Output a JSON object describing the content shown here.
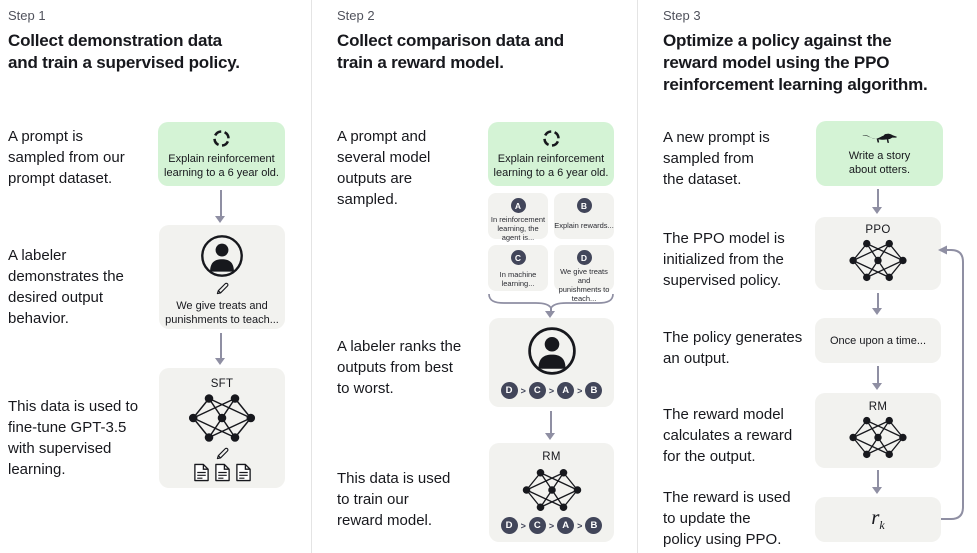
{
  "colors": {
    "green_box": "#d4f3d5",
    "gray_box": "#f2f2ef",
    "badge": "#42465a",
    "arrow": "#8f8fa3",
    "divider": "#e4e4e4",
    "step_label": "#50525c",
    "text": "#17181d"
  },
  "icons": {
    "prompt_sampling": "cycle-arrows-icon",
    "labeler": "person-in-circle-icon",
    "edit": "pencil-icon",
    "demonstration_data": "documents-icon",
    "model": "neural-network-icon",
    "otter_prompt": "otter-icon",
    "flow": "down-arrow"
  },
  "steps": [
    {
      "label": "Step 1",
      "heading": "Collect demonstration data\nand train a supervised policy.",
      "captions": [
        "A prompt is\nsampled from our\nprompt dataset.",
        "A labeler\ndemonstrates the\ndesired output\nbehavior.",
        "This data is used to\nfine-tune GPT-3.5\nwith supervised\nlearning."
      ],
      "prompt_text": "Explain reinforcement\nlearning to a 6 year old.",
      "labeler_text": "We give treats and\npunishments to teach...",
      "model_label": "SFT"
    },
    {
      "label": "Step 2",
      "heading": "Collect comparison data and\ntrain a reward model.",
      "captions": [
        "A prompt and\nseveral model\noutputs are\nsampled.",
        "A labeler ranks the\noutputs from best\nto worst.",
        "This data is used\nto train our\nreward model."
      ],
      "prompt_text": "Explain reinforcement\nlearning to a 6 year old.",
      "samples": [
        {
          "letter": "A",
          "text": "In reinforcement\nlearning, the\nagent is..."
        },
        {
          "letter": "B",
          "text": "Explain rewards..."
        },
        {
          "letter": "C",
          "text": "In machine\nlearning..."
        },
        {
          "letter": "D",
          "text": "We give treats and\npunishments to\nteach..."
        }
      ],
      "ranking": {
        "items": [
          "D",
          "C",
          "A",
          "B"
        ],
        "separator": ">"
      },
      "model_label": "RM"
    },
    {
      "label": "Step 3",
      "heading": "Optimize a policy against the\nreward model using the PPO\nreinforcement learning algorithm.",
      "captions": [
        "A new prompt is\nsampled from\nthe dataset.",
        "The PPO model is\ninitialized from the\nsupervised policy.",
        "The policy generates\nan output.",
        "The reward model\ncalculates a reward\nfor the output.",
        "The reward is used\nto update the\npolicy using PPO."
      ],
      "prompt_text": "Write a story\nabout otters.",
      "ppo_label": "PPO",
      "output_text": "Once upon a time...",
      "rm_label": "RM",
      "reward_symbol": "r",
      "reward_subscript": "k"
    }
  ]
}
